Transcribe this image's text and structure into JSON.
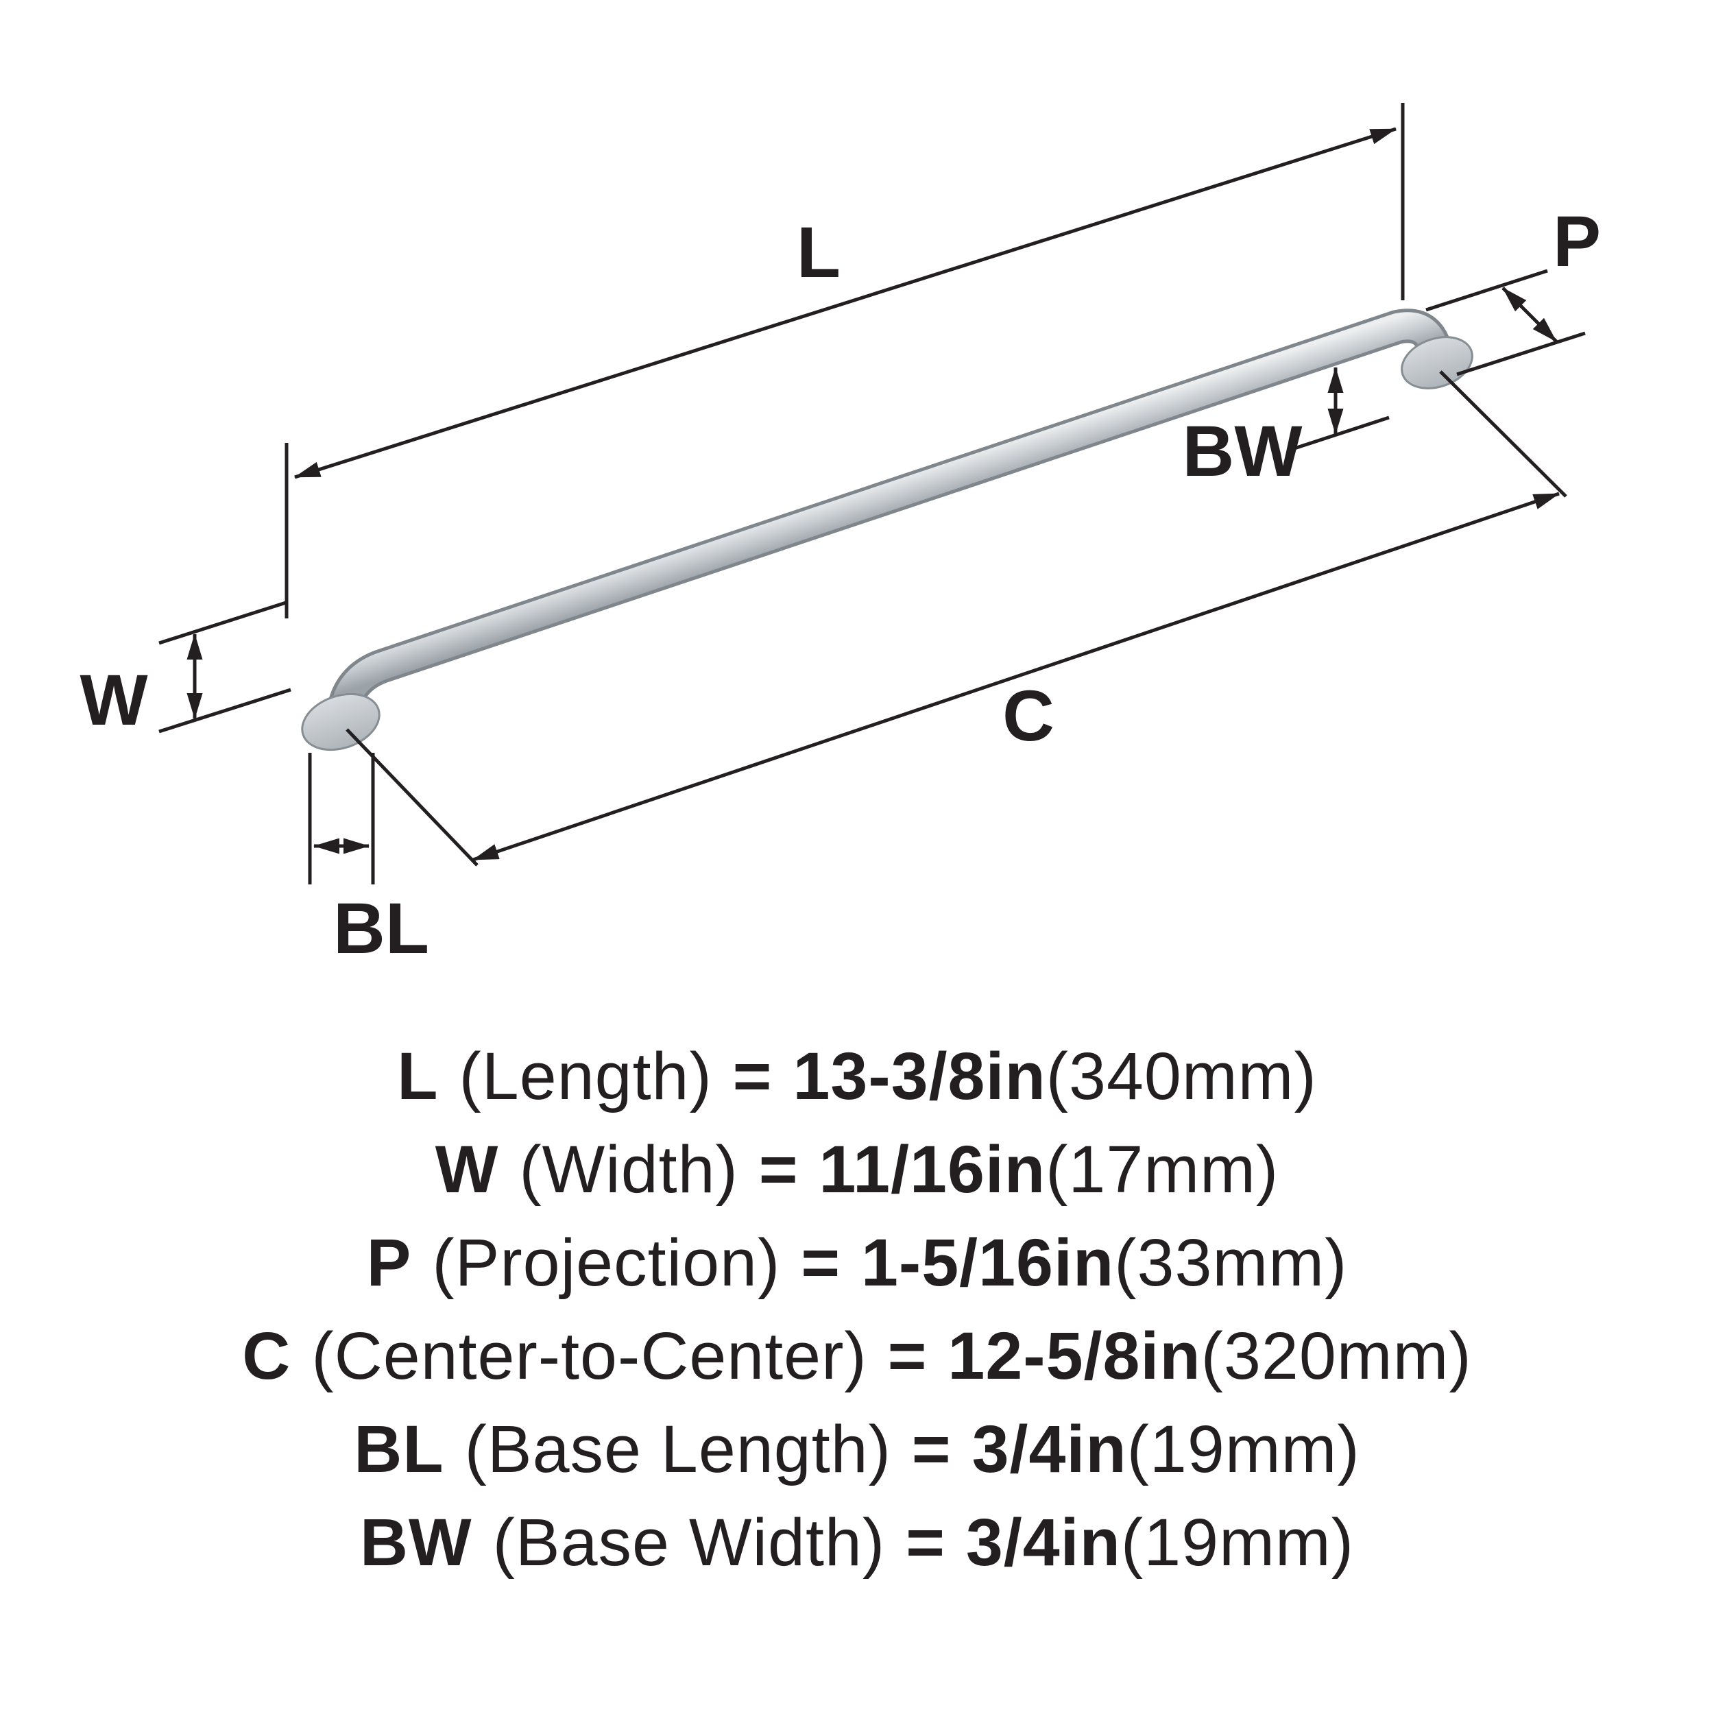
{
  "diagram": {
    "labels": {
      "length": "L",
      "width": "W",
      "projection": "P",
      "center": "C",
      "base_length": "BL",
      "base_width": "BW"
    }
  },
  "legend": {
    "rows": [
      {
        "code": "L",
        "name": "(Length)",
        "eq": "=",
        "value": "13-3/8in",
        "metric": "(340mm)"
      },
      {
        "code": "W",
        "name": "(Width)",
        "eq": "=",
        "value": "11/16in",
        "metric": "(17mm)"
      },
      {
        "code": "P",
        "name": "(Projection)",
        "eq": "=",
        "value": "1-5/16in",
        "metric": "(33mm)"
      },
      {
        "code": "C",
        "name": "(Center-to-Center)",
        "eq": "=",
        "value": "12-5/8in",
        "metric": "(320mm)"
      },
      {
        "code": "BL",
        "name": "(Base Length)",
        "eq": "=",
        "value": "3/4in",
        "metric": "(19mm)"
      },
      {
        "code": "BW",
        "name": "(Base Width)",
        "eq": "=",
        "value": "3/4in",
        "metric": "(19mm)"
      }
    ]
  },
  "colors": {
    "ink": "#231f20",
    "metal_light": "#e9ebed",
    "metal_mid": "#c9ced2",
    "metal_dark": "#9ba2a8",
    "outline": "#7f868c"
  }
}
